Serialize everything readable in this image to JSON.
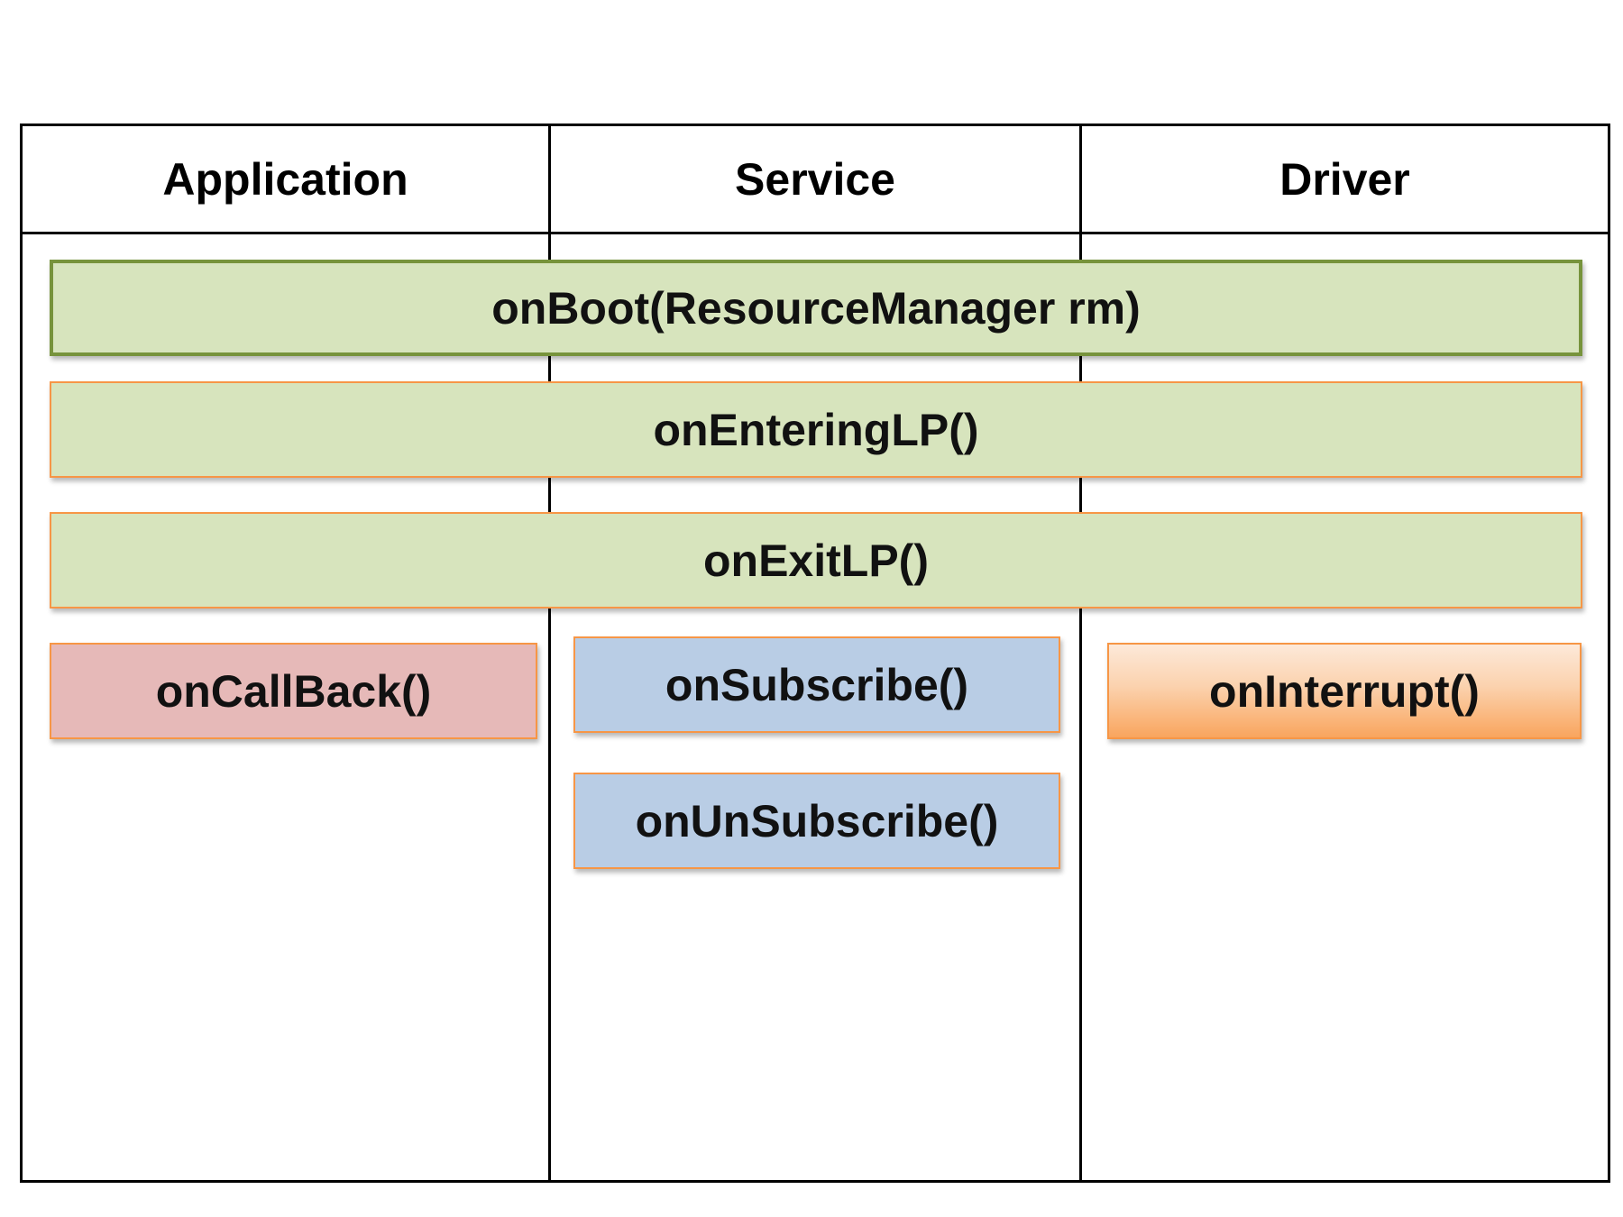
{
  "columns": [
    {
      "label": "Application"
    },
    {
      "label": "Service"
    },
    {
      "label": "Driver"
    }
  ],
  "shared_callbacks": [
    {
      "label": "onBoot(ResourceManager rm)"
    },
    {
      "label": "onEnteringLP()"
    },
    {
      "label": "onExitLP()"
    }
  ],
  "application_callbacks": [
    {
      "label": "onCallBack()"
    }
  ],
  "service_callbacks": [
    {
      "label": "onSubscribe()"
    },
    {
      "label": "onUnSubscribe()"
    }
  ],
  "driver_callbacks": [
    {
      "label": "onInterrupt()"
    }
  ],
  "colors": {
    "shared_fill": "#d7e4bd",
    "shared_border_first": "#77933c",
    "box_border": "#f79646",
    "application_fill": "#e6b9b8",
    "service_fill": "#b9cde5",
    "driver_fill": "#f9a55e"
  }
}
